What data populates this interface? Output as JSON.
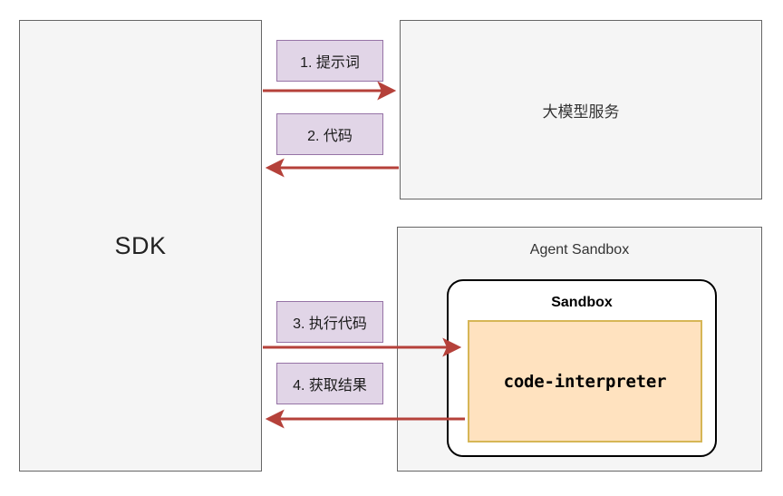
{
  "diagram": {
    "title": "SDK / Agent Sandbox code-interpreter flow",
    "background": "#ffffff",
    "accent_arrow_color": "#b5413a",
    "label_fill": "#e1d5e7",
    "label_stroke": "#9673a6",
    "container_fill": "#f5f5f5",
    "container_stroke": "#666666",
    "interpreter_fill": "#ffe2bf",
    "interpreter_stroke": "#d6b656"
  },
  "nodes": {
    "sdk": {
      "label": "SDK"
    },
    "llm_service": {
      "label": "大模型服务"
    },
    "agent_sandbox": {
      "label": "Agent Sandbox"
    },
    "sandbox": {
      "label": "Sandbox"
    },
    "code_interpreter": {
      "label": "code-interpreter"
    }
  },
  "steps": [
    {
      "id": 1,
      "label": "1. 提示词",
      "from": "sdk",
      "to": "llm_service",
      "direction": "right"
    },
    {
      "id": 2,
      "label": "2. 代码",
      "from": "llm_service",
      "to": "sdk",
      "direction": "left"
    },
    {
      "id": 3,
      "label": "3. 执行代码",
      "from": "sdk",
      "to": "code_interpreter",
      "direction": "right"
    },
    {
      "id": 4,
      "label": "4. 获取结果",
      "from": "code_interpreter",
      "to": "sdk",
      "direction": "left"
    }
  ]
}
